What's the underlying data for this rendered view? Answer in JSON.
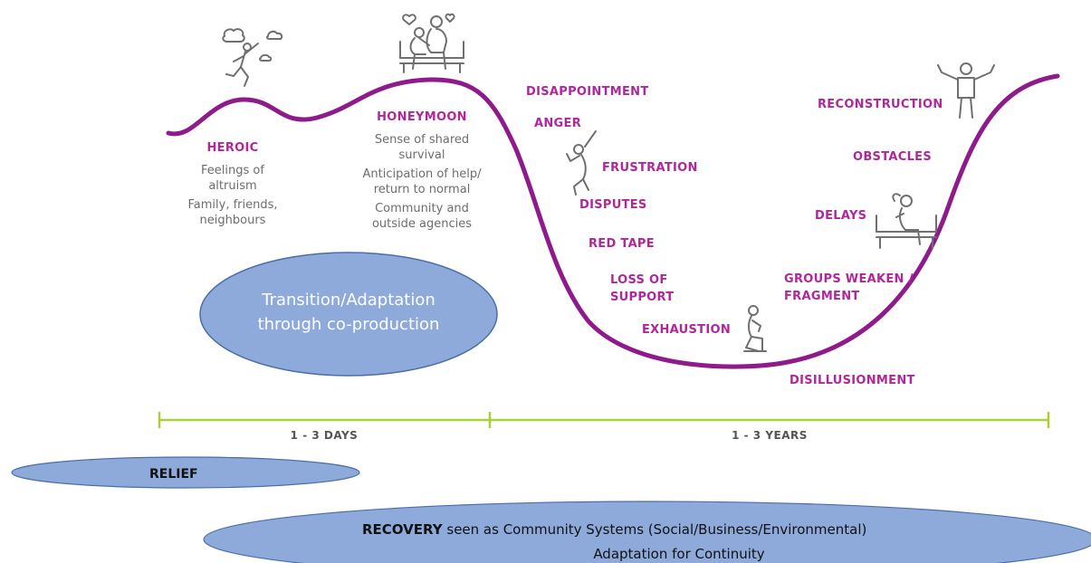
{
  "colors": {
    "curve": "#8e1a8c",
    "phase_label": "#b0279b",
    "description": "#6d6d6d",
    "timeline": "#a9cf3b",
    "ellipse_fill": "#8eaadb",
    "ellipse_stroke": "#4a6ea9",
    "figure_stroke": "#707070"
  },
  "phases": {
    "heroic": "HEROIC",
    "honeymoon": "HONEYMOON",
    "disappointment": "DISAPPOINTMENT",
    "anger": "ANGER",
    "frustration": "FRUSTRATION",
    "disputes": "DISPUTES",
    "red_tape": "RED TAPE",
    "loss_of_support_1": "LOSS OF",
    "loss_of_support_2": "SUPPORT",
    "exhaustion": "EXHAUSTION",
    "disillusionment": "DISILLUSIONMENT",
    "groups_weaken_1": "GROUPS WEAKEN /",
    "groups_weaken_2": "FRAGMENT",
    "delays": "DELAYS",
    "obstacles": "OBSTACLES",
    "reconstruction": "RECONSTRUCTION"
  },
  "heroic_notes": {
    "line1": "Feelings of",
    "line2": "altruism",
    "line3": "Family, friends,",
    "line4": "neighbours"
  },
  "honeymoon_notes": {
    "line1": "Sense of shared",
    "line2": "survival",
    "line3": "Anticipation of help/",
    "line4": "return to normal",
    "line5": "Community and",
    "line6": "outside agencies"
  },
  "transition": {
    "line1": "Transition/Adaptation",
    "line2": "through co-production"
  },
  "timeline": {
    "days": "1 - 3 DAYS",
    "years": "1 - 3 YEARS"
  },
  "relief": "RELIEF",
  "recovery": {
    "bold": "RECOVERY",
    "rest": " seen as Community Systems (Social/Business/Environmental)",
    "line2": "Adaptation for Continuity"
  },
  "icons": {
    "running": "running-person-icon",
    "couple": "couple-on-bench-icon",
    "stressed": "stressed-person-icon",
    "kneeling": "kneeling-person-icon",
    "sitting": "sitting-person-bench-icon",
    "celebrating": "celebrating-person-icon"
  }
}
